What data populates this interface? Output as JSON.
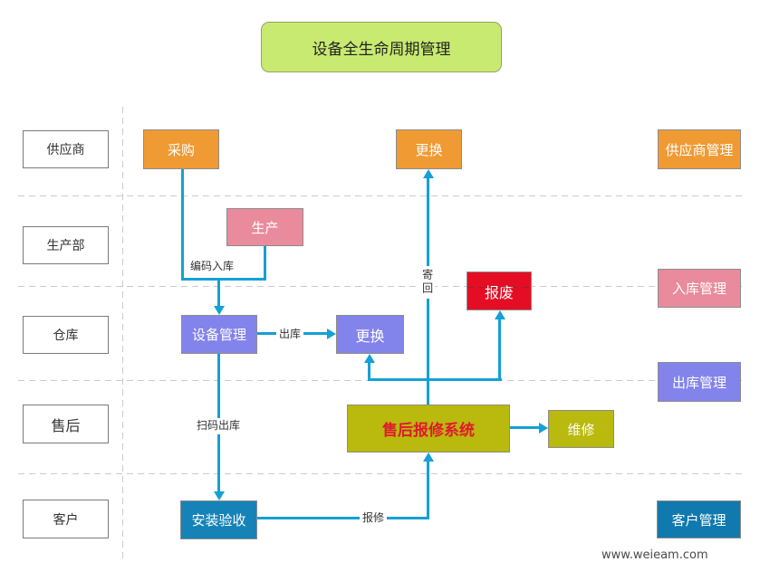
{
  "title": {
    "label": "设备全生命周期管理"
  },
  "lanes": [
    {
      "label": "供应商"
    },
    {
      "label": "生产部"
    },
    {
      "label": "仓库"
    },
    {
      "label": "售后"
    },
    {
      "label": "客户"
    }
  ],
  "nodes": {
    "caigou": {
      "label": "采购"
    },
    "genghuan_top": {
      "label": "更换"
    },
    "supplier_mgmt": {
      "label": "供应商管理"
    },
    "shengchan": {
      "label": "生产"
    },
    "baofei": {
      "label": "报废"
    },
    "ruku_mgmt": {
      "label": "入库管理"
    },
    "shebei_mgmt": {
      "label": "设备管理"
    },
    "genghuan_mid": {
      "label": "更换"
    },
    "chuku_mgmt": {
      "label": "出库管理"
    },
    "shouhou_system": {
      "label": "售后报修系统"
    },
    "weixiu": {
      "label": "维修"
    },
    "anzhuang": {
      "label": "安装验收"
    },
    "kehu_mgmt": {
      "label": "客户管理"
    }
  },
  "edge_labels": {
    "bianma_ruku": "编码入库",
    "chuku": "出库",
    "jihui": "寄回",
    "saoma_chuku": "扫码出库",
    "baoxiu": "报修"
  },
  "footer": {
    "watermark": "www.weieam.com"
  },
  "colors": {
    "orange": "#F09A33",
    "pink": "#E98B9C",
    "red": "#E50D23",
    "purple": "#8384EB",
    "olive": "#B9B90E",
    "blue": "#1583B8",
    "blue_dark": "#1079AD",
    "title_green": "#C9EA70",
    "connector": "#15A0D6",
    "system_text": "#E0192D"
  }
}
